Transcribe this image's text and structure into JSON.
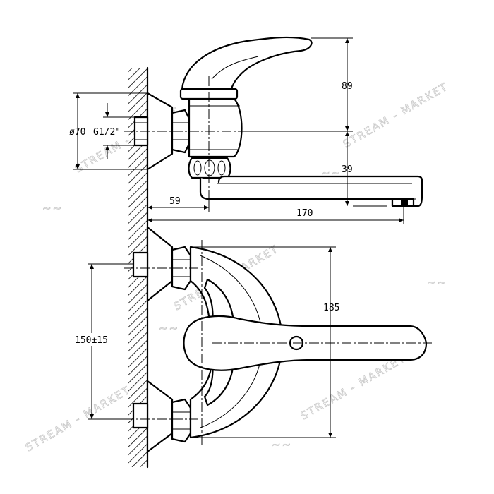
{
  "dimensions": {
    "height_upper": "89",
    "outlet_drop": "39",
    "spout_offset": "59",
    "spout_reach": "170",
    "flange_diameter": "ø70",
    "thread": "G1/2\"",
    "lower_height": "185",
    "connection_spacing": "150±15"
  },
  "watermark": {
    "text": "STREAM - MARKET"
  }
}
